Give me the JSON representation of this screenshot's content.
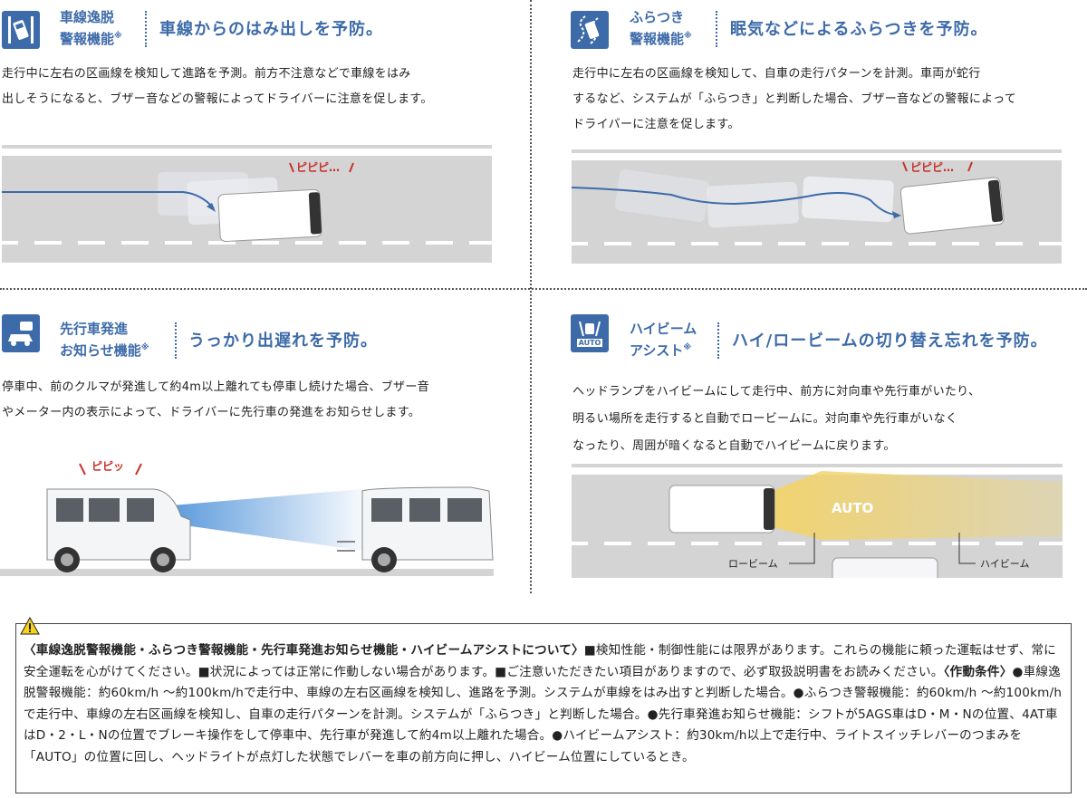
{
  "features": [
    {
      "name_line1": "車線逸脱",
      "name_line2": "警報機能",
      "mark": "※",
      "headline": "車線からのはみ出しを予防。",
      "desc_lines": [
        "走行中に左右の区画線を検知して進路を予測。前方不注意などで車線をはみ",
        "出しそうになると、ブザー音などの警報によってドライバーに注意を促します。"
      ],
      "alert_text": "ピピピ…",
      "icon": "lane-departure-icon"
    },
    {
      "name_line1": "ふらつき",
      "name_line2": "警報機能",
      "mark": "※",
      "headline": "眠気などによるふらつきを予防。",
      "desc_lines": [
        "走行中に左右の区画線を検知して、自車の走行パターンを計測。車両が蛇行",
        "するなど、システムが「ふらつき」と判断した場合、ブザー音などの警報によって",
        "ドライバーに注意を促します。"
      ],
      "alert_text": "ピピピ…",
      "icon": "wobble-icon"
    },
    {
      "name_line1": "先行車発進",
      "name_line2": "お知らせ機能",
      "mark": "※",
      "headline": "うっかり出遅れを予防。",
      "desc_lines": [
        "停車中、前のクルマが発進して約4m以上離れても停車し続けた場合、ブザー音",
        "やメーター内の表示によって、ドライバーに先行車の発進をお知らせします。"
      ],
      "alert_text": "ピピッ",
      "icon": "lead-car-icon"
    },
    {
      "name_line1": "ハイビーム",
      "name_line2": "アシスト",
      "mark": "※",
      "headline": "ハイ/ロービームの切り替え忘れを予防。",
      "desc_lines": [
        "ヘッドランプをハイビームにして走行中、前方に対向車や先行車がいたり、",
        "明るい場所を走行すると自動でロービームに。対向車や先行車がいなく",
        "なったり、周囲が暗くなると自動でハイビームに戻ります。"
      ],
      "auto_label": "AUTO",
      "low_beam_label": "ロービーム",
      "high_beam_label": "ハイビーム",
      "icon": "high-beam-icon",
      "icon_text": "AUTO"
    }
  ],
  "notice": {
    "icon": "warning-icon",
    "bold_title": "〈車線逸脱警報機能・ふらつき警報機能・先行車発進お知らせ機能・ハイビームアシストについて〉",
    "text1": "■検知性能・制御性能には限界があります。これらの機能に頼った運転はせず、常に安全運転を心がけてください。■状況によっては正常に作動しない場合があります。■ご注意いただきたい項目がありますので、必ず取扱説明書をお読みください。",
    "bold_cond": "〈作動条件〉",
    "text2": "●車線逸脱警報機能：約60km/h ～約100km/hで走行中、車線の左右区画線を検知し、進路を予測。システムが車線をはみ出すと判断した場合。●ふらつき警報機能：約60km/h ～約100km/hで走行中、車線の左右区画線を検知し、自車の走行パターンを計測。システムが「ふらつき」と判断した場合。●先行車発進お知らせ機能：シフトが5AGS車はD・M・Nの位置、4AT車はD・2・L・Nの位置でブレーキ操作をして停車中、先行車が発進して約4m以上離れた場合。●ハイビームアシスト：約30km/h以上で走行中、ライトスイッチレバーのつまみを「AUTO」の位置に回し、ヘッドライトが点灯した状態でレバーを車の前方向に押し、ハイビーム位置にしているとき。"
  },
  "colors": {
    "accent": "#3d6ba9",
    "road": "#d4d4d4",
    "beam": "#f2d36b"
  }
}
